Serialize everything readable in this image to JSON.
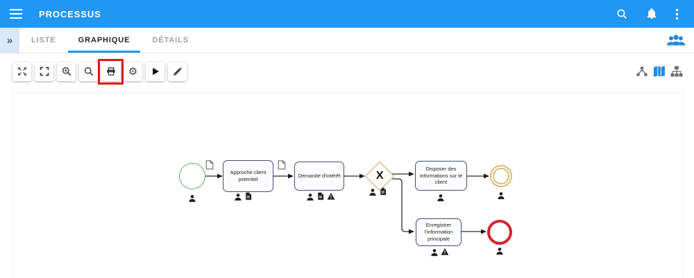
{
  "header": {
    "title": "PROCESSUS",
    "background_color": "#2196F3",
    "icons": [
      "menu-icon",
      "search-icon",
      "notifications-icon",
      "more-vert-icon"
    ]
  },
  "tabbar": {
    "expander_glyph": "»",
    "tabs": [
      {
        "label": "LISTE",
        "active": false
      },
      {
        "label": "GRAPHIQUE",
        "active": true
      },
      {
        "label": "DÉTAILS",
        "active": false
      }
    ],
    "active_underline_color": "#2196F3",
    "group_icon": "people-icon",
    "group_icon_color": "#1E88E5"
  },
  "toolbar": {
    "buttons": [
      {
        "icon": "fit-view"
      },
      {
        "icon": "fullscreen"
      },
      {
        "icon": "zoom-in"
      },
      {
        "icon": "zoom-out"
      },
      {
        "icon": "print",
        "highlighted": true
      },
      {
        "icon": "settings"
      },
      {
        "icon": "play"
      },
      {
        "icon": "edit-off"
      }
    ],
    "settings_glyph": "⚙",
    "annotation": {
      "highlighted_button": "print",
      "color": "#E01313"
    },
    "view_icons": [
      "connections-icon",
      "map-icon",
      "hierarchy-icon"
    ],
    "map_icon_color": "#1E88E5"
  },
  "diagram": {
    "start_event": {
      "type": "start-event",
      "color": "#5FA85F",
      "markers": [
        "person"
      ]
    },
    "tasks": [
      {
        "label": "Approche client potentiel",
        "markers": [
          "person",
          "document"
        ]
      },
      {
        "label": "Demande d'intérêt",
        "markers": [
          "person",
          "document",
          "warning"
        ]
      },
      {
        "label": "Disposer des informations sur le client",
        "markers": [
          "person"
        ]
      },
      {
        "label": "Enregistrer l'information principale",
        "markers": [
          "person",
          "warning"
        ]
      }
    ],
    "gateway": {
      "label": "X",
      "type": "exclusive-gateway",
      "color": "#C9A877",
      "markers": [
        "person",
        "document"
      ]
    },
    "end_events": [
      {
        "type": "end-event-double-ring",
        "color": "#D6BC74",
        "markers": [
          "person"
        ]
      },
      {
        "type": "end-event",
        "color": "#D5232B",
        "markers": [
          "person"
        ]
      }
    ],
    "flow_document_icons": 2,
    "task_border_color": "#424C74"
  }
}
